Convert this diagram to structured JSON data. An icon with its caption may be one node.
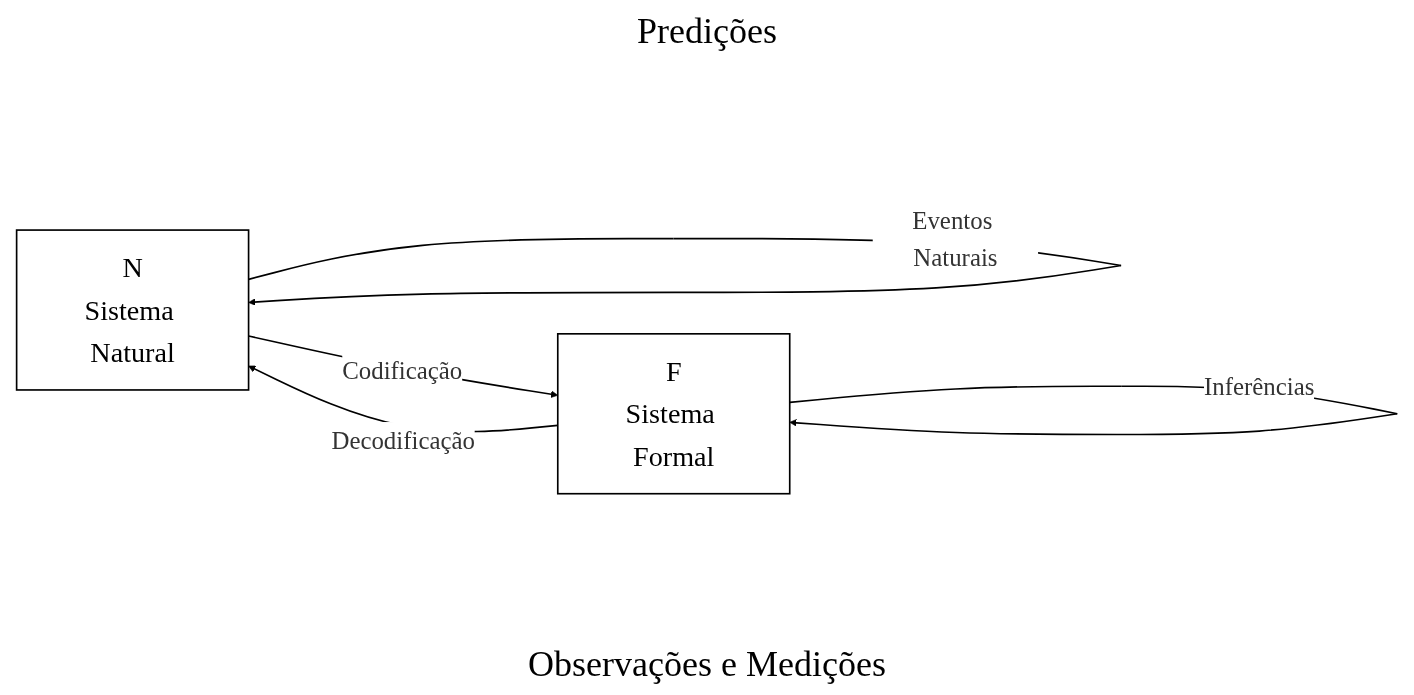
{
  "diagram": {
    "nodes": [
      {
        "text": [
          "N",
          "Sistema Natural"
        ]
      },
      {
        "text": [
          "F",
          "Sistema Formal"
        ]
      }
    ],
    "edges": [
      {
        "from": 0,
        "to": 1,
        "arrow": "to",
        "label": "Codificação"
      },
      {
        "from": 1,
        "to": 0,
        "arrow": "to",
        "label": "Decodificação"
      },
      {
        "from": 0,
        "to": 0,
        "arrow": "to",
        "label": "Eventos Naturais"
      },
      {
        "from": 1,
        "to": 1,
        "arrow": "to",
        "label": "Inferências"
      }
    ],
    "labels": [
      "Predições",
      "Observações e Medições"
    ]
  }
}
